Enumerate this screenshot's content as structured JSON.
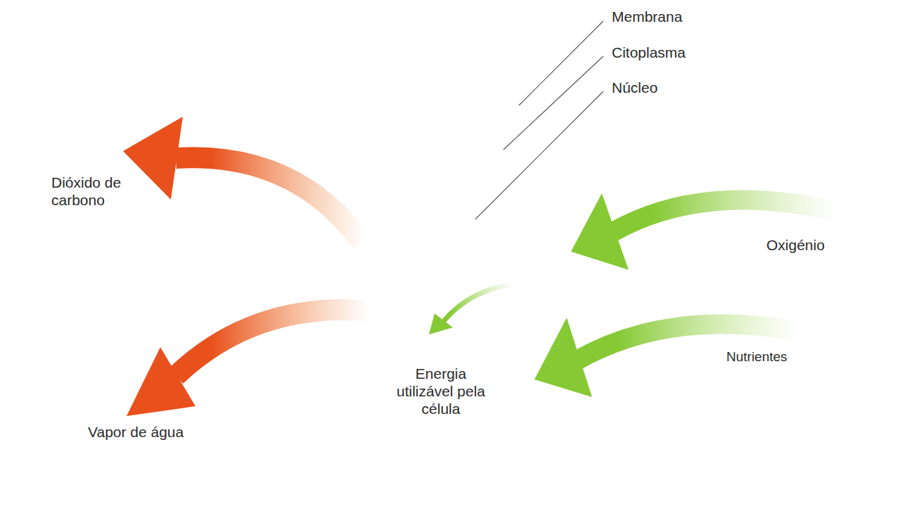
{
  "diagram": {
    "nodes": [
      {
        "text": [
          "Energia utilizável pela célula"
        ]
      }
    ],
    "labels": [
      "Membrana",
      "Citoplasma",
      "Núcleo",
      "Dióxido de carbono",
      "Vapor de água",
      "Oxigénio",
      "Nutrientes"
    ]
  }
}
